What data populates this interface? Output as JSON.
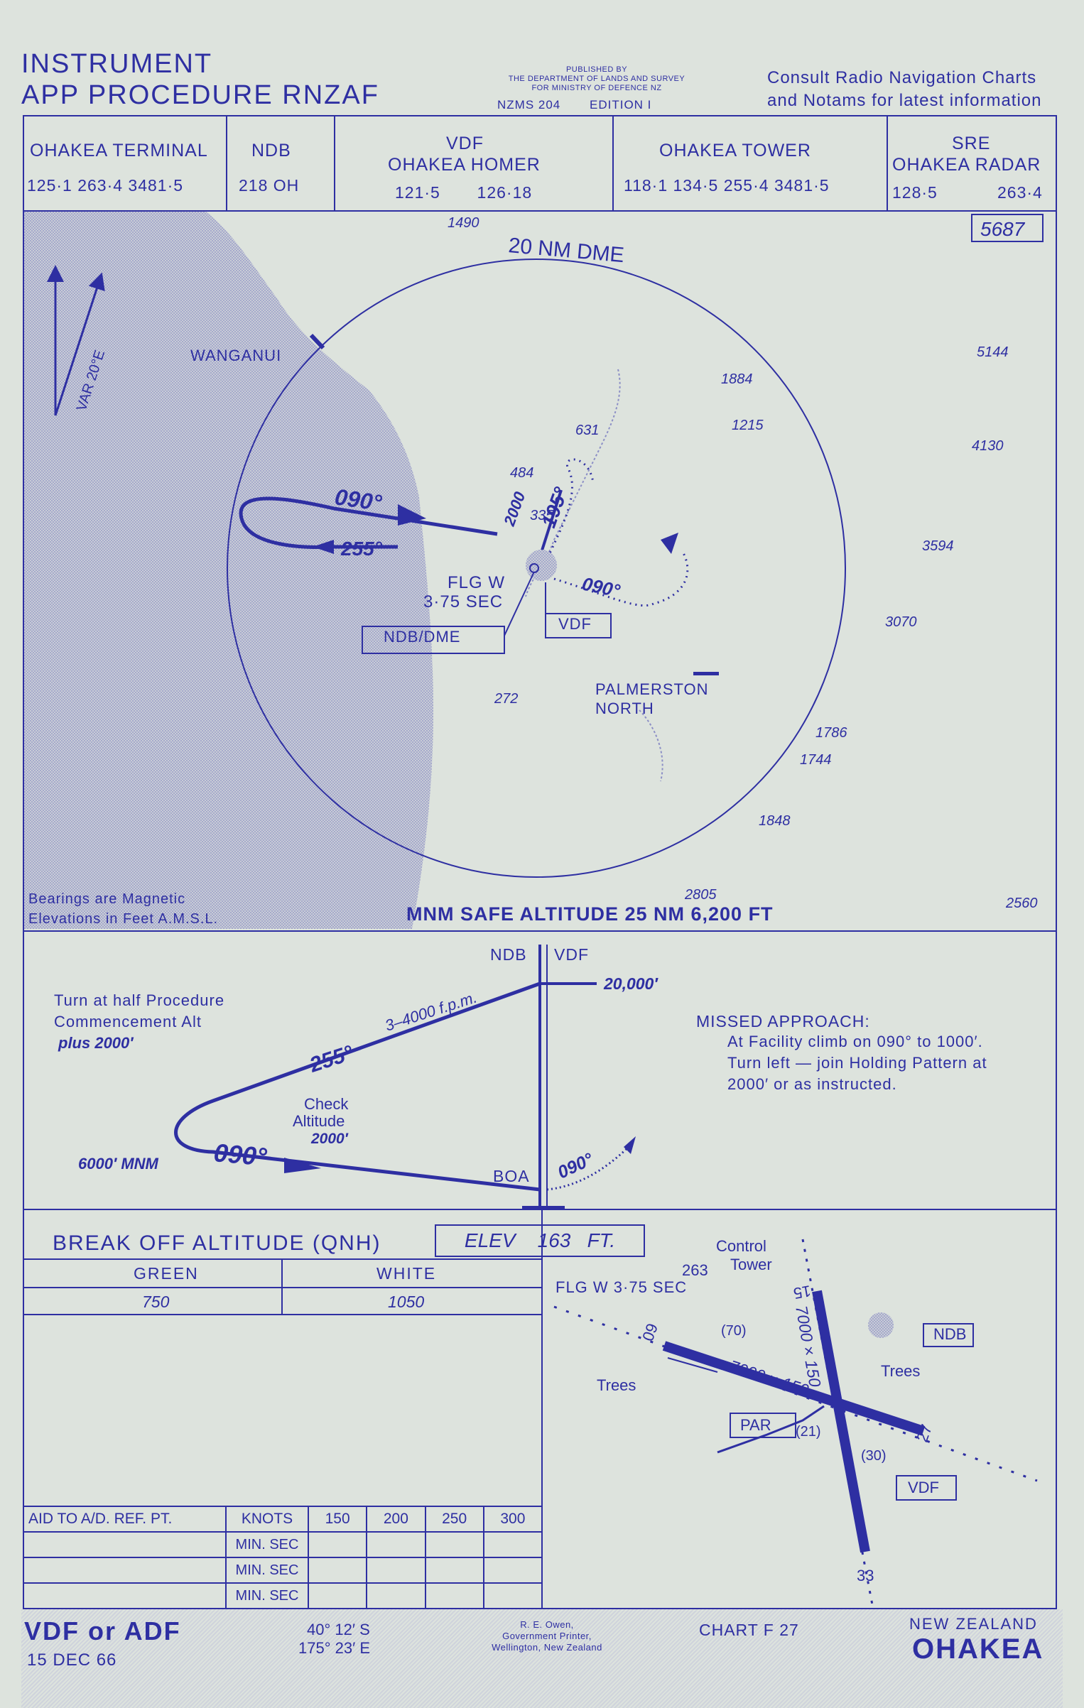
{
  "header": {
    "title_line1": "INSTRUMENT",
    "title_line2": "APP PROCEDURE RNZAF",
    "published": [
      "PUBLISHED BY",
      "THE DEPARTMENT OF LANDS AND SURVEY",
      "FOR MINISTRY OF DEFENCE NZ"
    ],
    "nzms": "NZMS 204",
    "edition": "EDITION I",
    "consult_line1": "Consult Radio Navigation Charts",
    "consult_line2": "and Notams for latest information"
  },
  "frequencies": [
    {
      "label": "OHAKEA TERMINAL",
      "values": "125·1  263·4  3481·5"
    },
    {
      "label": "NDB",
      "values": "218  OH"
    },
    {
      "label_line1": "VDF",
      "label_line2": "OHAKEA  HOMER",
      "values": "121·5       126·18"
    },
    {
      "label": "OHAKEA TOWER",
      "values": "118·1  134·5  255·4  3481·5"
    },
    {
      "label_line1": "SRE",
      "label_line2": "OHAKEA RADAR",
      "value_a": "128·5",
      "value_b": "263·4"
    }
  ],
  "plan_view": {
    "max_elev": "5687",
    "dme_ring": "20 NM DME",
    "var_label": "VAR 20°E",
    "towns": [
      "WANGANUI",
      "PALMERSTON",
      "NORTH"
    ],
    "spot_heights": [
      "1490",
      "1884",
      "1215",
      "631",
      "484",
      "335",
      "5144",
      "4130",
      "3594",
      "3070",
      "1786",
      "1744",
      "1848",
      "272",
      "2805",
      "2560"
    ],
    "tracks": [
      "090°",
      "255°",
      "195°",
      "2000",
      "090°"
    ],
    "holding": [
      "FLG W",
      "3·75 SEC"
    ],
    "labels": [
      "NDB/DME",
      "VDF"
    ],
    "bearings_note": "Bearings are Magnetic",
    "elev_note": "Elevations in Feet A.M.S.L.",
    "msa": "MNM SAFE ALTITUDE 25 NM  6,200 FT"
  },
  "profile": {
    "ndb": "NDB",
    "vdf": "VDF",
    "alt_top": "20,000′",
    "descent_rate": "3–4000 f.p.m.",
    "track_out": "255°",
    "track_in": "090°",
    "mnm": "6000′ MNM",
    "check_line1": "Check",
    "check_line2": "Altitude",
    "check_alt": "2000′",
    "boa": "BOA",
    "ma_track": "090°",
    "turn_note": [
      "Turn at half Procedure",
      "Commencement Alt",
      "plus 2000′"
    ],
    "missed_title": "MISSED APPROACH:",
    "missed_lines": [
      "At Facility climb on 090° to 1000′.",
      "Turn left — join Holding Pattern at",
      "2000′ or as instructed."
    ]
  },
  "minima": {
    "break_off": "BREAK OFF ALTITUDE (QNH)",
    "elev": "ELEV    163   FT.",
    "cols": [
      "GREEN",
      "WHITE"
    ],
    "vals": [
      "750",
      "1050"
    ],
    "aid_header": "AID TO A/D. REF. PT.",
    "knots_label": "KNOTS",
    "speeds": [
      "150",
      "200",
      "250",
      "300"
    ],
    "rows": [
      "MIN. SEC",
      "MIN. SEC",
      "MIN. SEC"
    ]
  },
  "aerodrome": {
    "control": "Control",
    "tower": "Tower",
    "elev263": "263",
    "flg": "FLG W 3·75 SEC",
    "ndb": "NDB",
    "vdf": "VDF",
    "par": "PAR",
    "trees": [
      "Trees",
      "Trees"
    ],
    "rwy_a": "7000 × 150",
    "rwy_b": "7000 × 150",
    "nums": [
      "09",
      "27",
      "15",
      "33"
    ],
    "bracket": [
      "(70)",
      "(21)",
      "(30)"
    ]
  },
  "footer": {
    "type": "VDF or ADF",
    "date": "15 DEC 66",
    "lat": "40° 12′ S",
    "lon": "175° 23′ E",
    "printer": [
      "R. E. Owen,",
      "Government Printer,",
      "Wellington, New Zealand"
    ],
    "chart": "CHART F 27",
    "country": "NEW ZEALAND",
    "place": "OHAKEA"
  }
}
